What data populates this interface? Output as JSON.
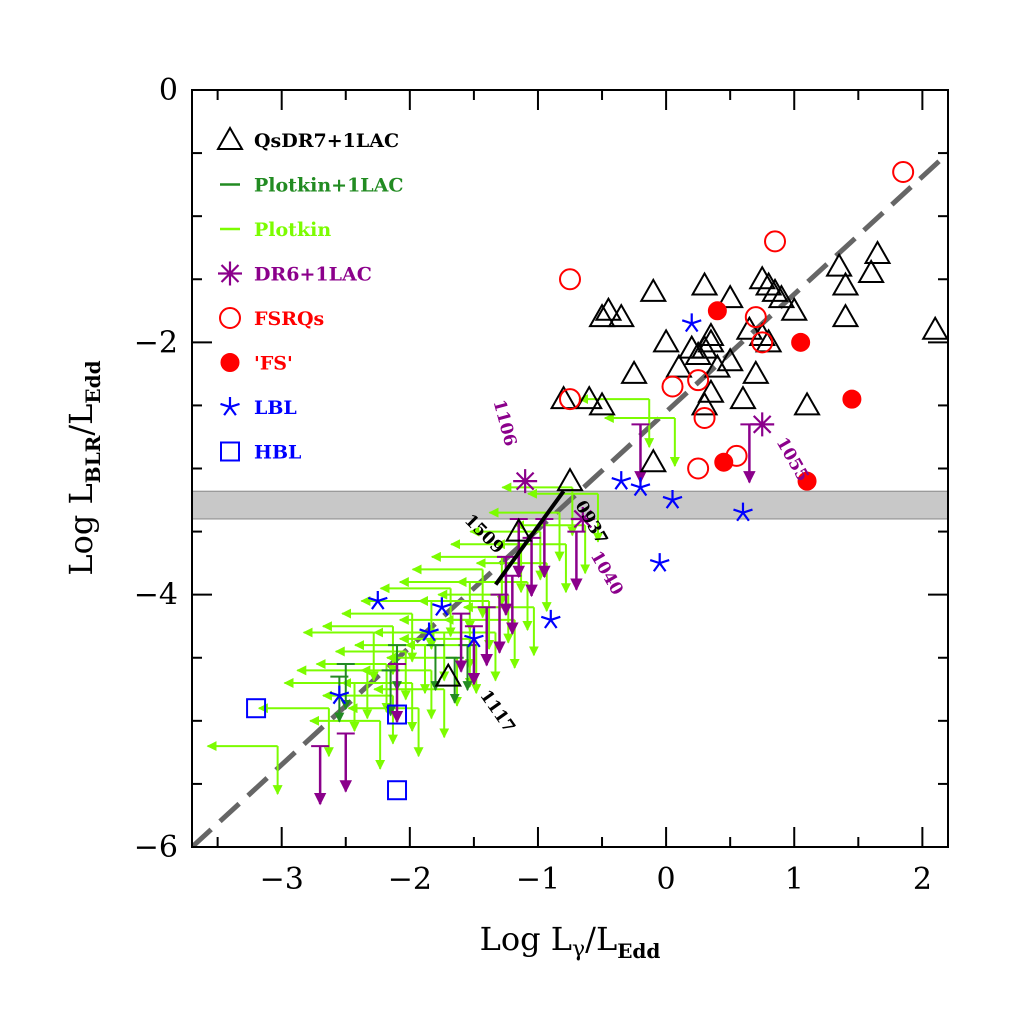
{
  "chart_data": {
    "type": "scatter",
    "xlabel": {
      "main": "Log  L",
      "sub1": "γ",
      "slash": "/L",
      "sub2": "Edd"
    },
    "ylabel": {
      "main": "Log  L",
      "sub1": "BLR",
      "slash": "/L",
      "sub2": "Edd"
    },
    "xlim": [
      -3.7,
      2.2
    ],
    "ylim": [
      -6,
      0
    ],
    "xticks": [
      {
        "v": -3,
        "label": "−3"
      },
      {
        "v": -2,
        "label": "−2"
      },
      {
        "v": -1,
        "label": "−1"
      },
      {
        "v": 0,
        "label": "0"
      },
      {
        "v": 1,
        "label": "1"
      },
      {
        "v": 2,
        "label": "2"
      }
    ],
    "yticks": [
      {
        "v": -6,
        "label": "−6"
      },
      {
        "v": -4,
        "label": "−4"
      },
      {
        "v": -2,
        "label": "−2"
      },
      {
        "v": 0,
        "label": "0"
      }
    ],
    "shaded_band": {
      "y0": -3.4,
      "y1": -3.18,
      "color": "#c8c8c8"
    },
    "fit_line": {
      "x0": -3.7,
      "y0": -6.0,
      "x1": 2.2,
      "y1": -0.5,
      "color": "#666666"
    },
    "legend": [
      {
        "label": "QsDR7+1LAC",
        "marker": "triangle",
        "color": "#000000"
      },
      {
        "label": "Plotkin+1LAC",
        "marker": "dash",
        "color": "#228B22"
      },
      {
        "label": "Plotkin",
        "marker": "dash",
        "color": "#7CFC00"
      },
      {
        "label": "DR6+1LAC",
        "marker": "asterisk",
        "color": "#8B008B"
      },
      {
        "label": "FSRQs",
        "marker": "circle-open",
        "color": "#FF0000"
      },
      {
        "label": "'FS'",
        "marker": "circle-filled",
        "color": "#FF0000"
      },
      {
        "label": "LBL",
        "marker": "star",
        "color": "#0000FF"
      },
      {
        "label": "HBL",
        "marker": "square-open",
        "color": "#0000FF"
      }
    ],
    "series": [
      {
        "name": "QsDR7+1LAC",
        "marker": "triangle",
        "color": "#000000",
        "points": [
          [
            -0.75,
            -3.1
          ],
          [
            -1.15,
            -3.5
          ],
          [
            -1.7,
            -4.65
          ],
          [
            -0.8,
            -2.45
          ],
          [
            -0.6,
            -2.45
          ],
          [
            -0.5,
            -2.5
          ],
          [
            -0.45,
            -1.75
          ],
          [
            -0.35,
            -1.8
          ],
          [
            -0.1,
            -2.95
          ],
          [
            -0.1,
            -1.6
          ],
          [
            0.0,
            -2.0
          ],
          [
            0.1,
            -2.2
          ],
          [
            0.2,
            -2.05
          ],
          [
            0.25,
            -2.1
          ],
          [
            0.3,
            -2.05
          ],
          [
            0.35,
            -2.0
          ],
          [
            0.4,
            -2.2
          ],
          [
            0.5,
            -2.15
          ],
          [
            0.3,
            -1.55
          ],
          [
            0.35,
            -1.95
          ],
          [
            0.5,
            -1.65
          ],
          [
            0.6,
            -2.45
          ],
          [
            0.65,
            -1.9
          ],
          [
            0.7,
            -2.25
          ],
          [
            0.75,
            -1.5
          ],
          [
            0.8,
            -1.55
          ],
          [
            0.85,
            -1.6
          ],
          [
            0.9,
            -1.65
          ],
          [
            0.75,
            -1.95
          ],
          [
            0.8,
            -2.0
          ],
          [
            1.0,
            -1.75
          ],
          [
            1.1,
            -2.5
          ],
          [
            1.35,
            -1.4
          ],
          [
            1.4,
            -1.55
          ],
          [
            1.4,
            -1.8
          ],
          [
            1.6,
            -1.45
          ],
          [
            1.65,
            -1.3
          ],
          [
            2.1,
            -1.9
          ],
          [
            0.3,
            -2.5
          ],
          [
            0.35,
            -2.4
          ],
          [
            -0.25,
            -2.25
          ],
          [
            -0.5,
            -1.8
          ]
        ]
      },
      {
        "name": "FSRQs",
        "marker": "circle-open",
        "color": "#FF0000",
        "points": [
          [
            -0.75,
            -1.5
          ],
          [
            -0.75,
            -2.45
          ],
          [
            0.05,
            -2.35
          ],
          [
            0.25,
            -2.3
          ],
          [
            0.3,
            -2.6
          ],
          [
            0.25,
            -3.0
          ],
          [
            0.55,
            -2.9
          ],
          [
            0.7,
            -1.8
          ],
          [
            0.75,
            -2.0
          ],
          [
            0.85,
            -1.2
          ],
          [
            1.85,
            -0.65
          ]
        ]
      },
      {
        "name": "'FS'",
        "marker": "circle-filled",
        "color": "#FF0000",
        "points": [
          [
            0.4,
            -1.75
          ],
          [
            0.45,
            -2.95
          ],
          [
            1.05,
            -2.0
          ],
          [
            1.1,
            -3.1
          ],
          [
            1.45,
            -2.45
          ]
        ]
      },
      {
        "name": "LBL",
        "marker": "star",
        "color": "#0000FF",
        "points": [
          [
            0.2,
            -1.85
          ],
          [
            -0.35,
            -3.1
          ],
          [
            -0.2,
            -3.15
          ],
          [
            0.05,
            -3.25
          ],
          [
            0.6,
            -3.35
          ],
          [
            -0.05,
            -3.75
          ],
          [
            -0.9,
            -4.2
          ],
          [
            -1.5,
            -4.35
          ],
          [
            -1.75,
            -4.1
          ],
          [
            -1.85,
            -4.3
          ],
          [
            -2.25,
            -4.05
          ],
          [
            -2.55,
            -4.8
          ]
        ]
      },
      {
        "name": "HBL",
        "marker": "square-open",
        "color": "#0000FF",
        "points": [
          [
            -3.2,
            -4.9
          ],
          [
            -2.1,
            -4.95
          ],
          [
            -2.1,
            -5.55
          ]
        ]
      },
      {
        "name": "DR6+1LAC",
        "marker": "asterisk",
        "color": "#8B008B",
        "points": [
          [
            -1.1,
            -3.1
          ],
          [
            -0.65,
            -3.4
          ],
          [
            0.75,
            -2.65
          ]
        ]
      }
    ],
    "limits_plotkin": [
      [
        -0.6,
        -2.45
      ],
      [
        -0.4,
        -2.6
      ],
      [
        -1.2,
        -3.15
      ],
      [
        -1.0,
        -3.2
      ],
      [
        -1.3,
        -3.35
      ],
      [
        -1.45,
        -3.5
      ],
      [
        -1.6,
        -3.6
      ],
      [
        -1.75,
        -3.7
      ],
      [
        -1.9,
        -3.8
      ],
      [
        -2.0,
        -3.9
      ],
      [
        -2.15,
        -3.95
      ],
      [
        -2.3,
        -4.05
      ],
      [
        -2.45,
        -4.15
      ],
      [
        -2.6,
        -4.25
      ],
      [
        -2.75,
        -4.3
      ],
      [
        -1.55,
        -3.9
      ],
      [
        -1.7,
        -4.0
      ],
      [
        -1.85,
        -4.05
      ],
      [
        -2.0,
        -4.2
      ],
      [
        -2.2,
        -4.3
      ],
      [
        -2.35,
        -4.4
      ],
      [
        -2.5,
        -4.45
      ],
      [
        -2.65,
        -4.55
      ],
      [
        -2.8,
        -4.6
      ],
      [
        -1.65,
        -4.2
      ],
      [
        -1.8,
        -4.3
      ],
      [
        -1.95,
        -4.4
      ],
      [
        -2.1,
        -4.5
      ],
      [
        -2.3,
        -4.6
      ],
      [
        -2.45,
        -4.7
      ],
      [
        -2.6,
        -4.8
      ],
      [
        -2.9,
        -4.7
      ],
      [
        -3.1,
        -4.9
      ],
      [
        -2.7,
        -5.0
      ],
      [
        -3.5,
        -5.2
      ],
      [
        -1.4,
        -3.75
      ],
      [
        -1.25,
        -3.6
      ],
      [
        -1.1,
        -3.45
      ],
      [
        -1.5,
        -4.1
      ],
      [
        -2.0,
        -4.35
      ],
      [
        -2.2,
        -4.75
      ],
      [
        -2.4,
        -4.9
      ]
    ],
    "limits_plotkin1lac": [
      [
        -1.8,
        -4.4
      ],
      [
        -1.65,
        -4.5
      ],
      [
        -2.1,
        -4.4
      ],
      [
        -2.5,
        -4.55
      ],
      [
        -2.55,
        -4.65
      ],
      [
        -1.55,
        -4.4
      ],
      [
        -2.15,
        -4.6
      ]
    ],
    "limits_dr6": [
      [
        -0.7,
        -3.5
      ],
      [
        -0.95,
        -3.4
      ],
      [
        -1.05,
        -3.55
      ],
      [
        -1.2,
        -3.85
      ],
      [
        -1.15,
        -3.4
      ],
      [
        -1.3,
        -4.0
      ],
      [
        -1.4,
        -4.1
      ],
      [
        -1.5,
        -4.25
      ],
      [
        -1.6,
        -4.15
      ],
      [
        -2.1,
        -4.55
      ],
      [
        -2.5,
        -5.1
      ],
      [
        -2.7,
        -5.2
      ],
      [
        -0.2,
        -2.65
      ],
      [
        0.65,
        -2.65
      ],
      [
        -1.25,
        -3.7
      ]
    ],
    "segment_1509": {
      "x0": -1.33,
      "y0": -3.92,
      "x1": -0.8,
      "y1": -3.18,
      "color": "#000000"
    },
    "annotations": [
      {
        "text": "1106",
        "x": -1.3,
        "y": -2.65,
        "angle": 75,
        "color": "#8B008B"
      },
      {
        "text": "1055",
        "x": 0.95,
        "y": -2.95,
        "angle": 60,
        "color": "#8B008B"
      },
      {
        "text": "1040",
        "x": -0.5,
        "y": -3.85,
        "angle": 60,
        "color": "#8B008B"
      },
      {
        "text": "0937",
        "x": -0.62,
        "y": -3.45,
        "angle": 60,
        "color": "#000000"
      },
      {
        "text": "1509",
        "x": -1.45,
        "y": -3.55,
        "angle": 45,
        "color": "#000000"
      },
      {
        "text": "1117",
        "x": -1.35,
        "y": -4.95,
        "angle": 55,
        "color": "#000000"
      }
    ]
  }
}
